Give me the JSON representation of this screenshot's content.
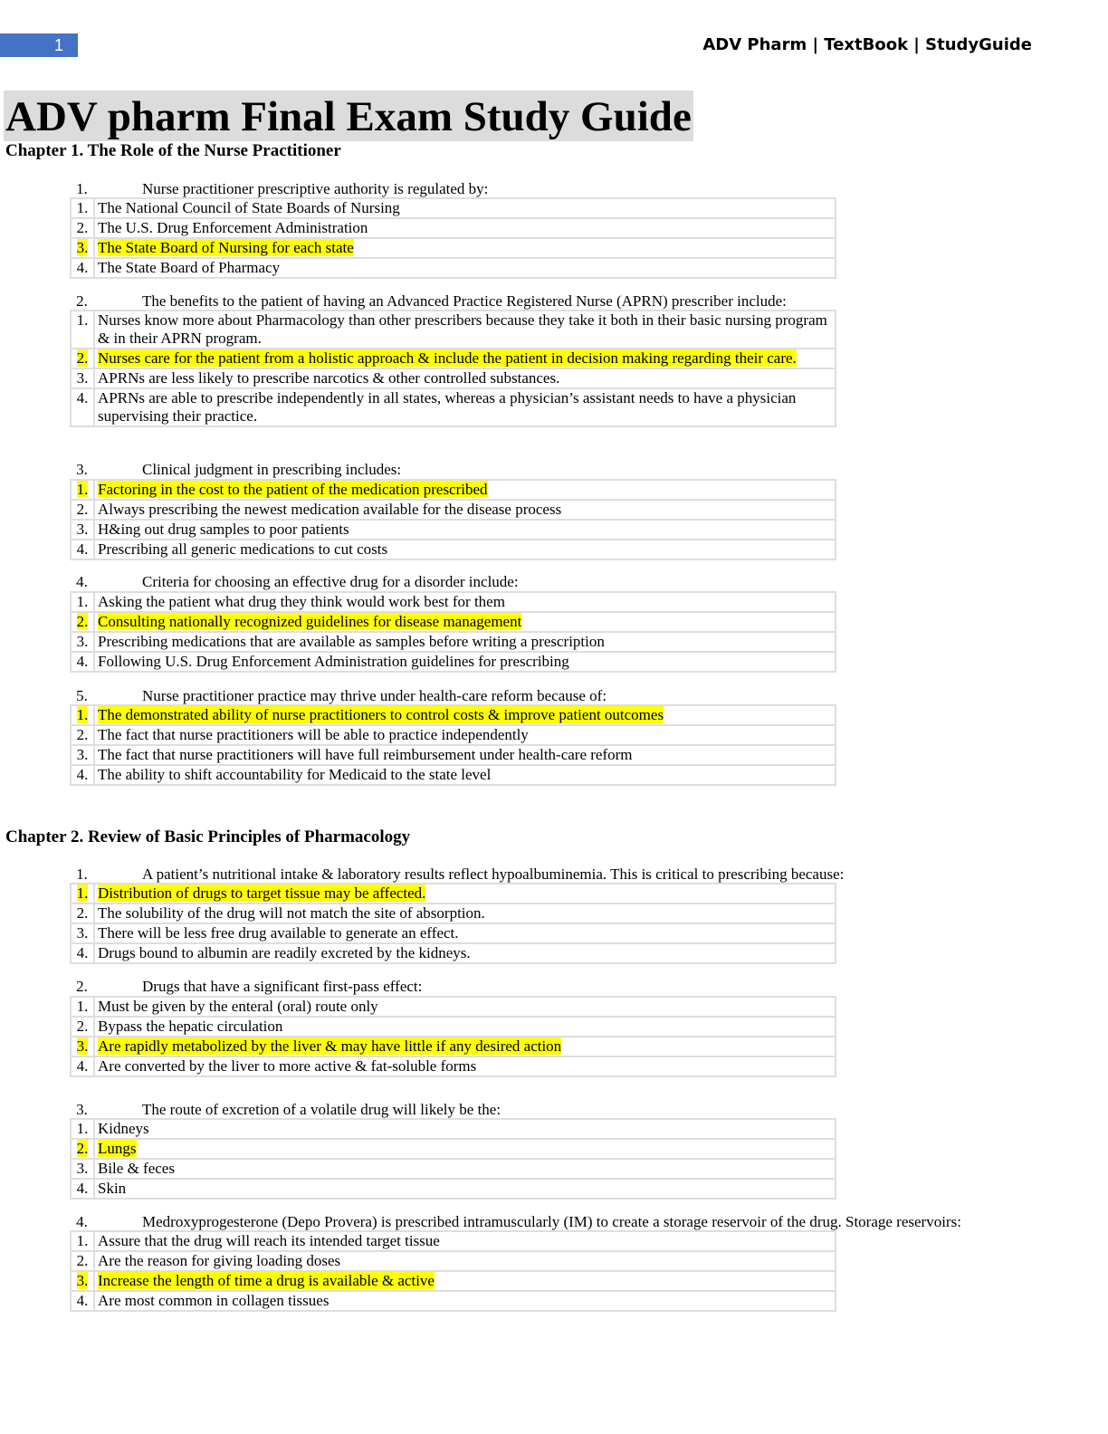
{
  "header": {
    "page_number": "1",
    "title": "ADV Pharm | TextBook | StudyGuide"
  },
  "document": {
    "title": "ADV pharm Final Exam Study Guide"
  },
  "chapters": [
    {
      "heading": "Chapter 1. The Role of the Nurse Practitioner",
      "questions": [
        {
          "number": "1.",
          "text": "Nurse practitioner prescriptive authority is regulated by:",
          "options": [
            {
              "num": "1.",
              "text": "The National Council of State Boards of Nursing"
            },
            {
              "num": "2.",
              "text": "The U.S. Drug Enforcement Administration"
            },
            {
              "num": "3.",
              "text": "The State Board of Nursing for each state",
              "highlighted": true
            },
            {
              "num": "4.",
              "text": "The State Board of Pharmacy"
            }
          ]
        },
        {
          "number": "2.",
          "text": "The benefits to the patient of having an Advanced Practice Registered Nurse (APRN) prescriber include:",
          "options": [
            {
              "num": "1.",
              "text": "Nurses know more about Pharmacology than other prescribers because they take it both in their basic nursing program & in their APRN program."
            },
            {
              "num": "2.",
              "text": "Nurses care for the patient from a holistic approach & include the patient in decision making regarding their care.",
              "highlighted": true
            },
            {
              "num": "3.",
              "text": "APRNs are less likely to prescribe narcotics & other controlled substances."
            },
            {
              "num": "4.",
              "text": "APRNs are able to prescribe independently in all states, whereas a physician’s assistant needs to have a physician supervising their practice."
            }
          ]
        },
        {
          "number": "3.",
          "text": "Clinical judgment in prescribing includes:",
          "options": [
            {
              "num": "1.",
              "text": "Factoring in the cost to the patient of the medication prescribed",
              "highlighted": true
            },
            {
              "num": "2.",
              "text": "Always prescribing the newest medication available for the disease process"
            },
            {
              "num": "3.",
              "text": "H&ing out drug samples to poor patients"
            },
            {
              "num": "4.",
              "text": "Prescribing all generic medications to cut costs"
            }
          ]
        },
        {
          "number": "4.",
          "text": "Criteria for choosing an effective drug for a disorder include:",
          "options": [
            {
              "num": "1.",
              "text": "Asking the patient what drug they think would work best for them"
            },
            {
              "num": "2.",
              "text": "Consulting nationally recognized guidelines for disease management",
              "highlighted": true
            },
            {
              "num": "3.",
              "text": "Prescribing medications that are available as samples before writing a prescription"
            },
            {
              "num": "4.",
              "text": "Following U.S. Drug Enforcement Administration guidelines for prescribing"
            }
          ]
        },
        {
          "number": "5.",
          "text": "Nurse practitioner practice may thrive under health-care reform because of:",
          "options": [
            {
              "num": "1.",
              "text": "The demonstrated ability of nurse practitioners to control costs & improve patient outcomes",
              "highlighted": true
            },
            {
              "num": "2.",
              "text": "The fact that nurse practitioners will be able to practice independently"
            },
            {
              "num": "3.",
              "text": "The fact that nurse practitioners will have full reimbursement under health-care reform"
            },
            {
              "num": "4.",
              "text": "The ability to shift accountability for Medicaid to the state level"
            }
          ]
        }
      ]
    },
    {
      "heading": "Chapter 2. Review of Basic Principles of Pharmacology",
      "questions": [
        {
          "number": "1.",
          "text": "A patient’s nutritional intake & laboratory results reflect hypoalbuminemia. This is critical to prescribing because:",
          "options": [
            {
              "num": "1.",
              "text": "Distribution of drugs to target tissue may be affected.",
              "highlighted": true
            },
            {
              "num": "2.",
              "text": "The solubility of the drug will not match the site of absorption."
            },
            {
              "num": "3.",
              "text": "There will be less free drug available to generate an effect."
            },
            {
              "num": "4.",
              "text": "Drugs bound to albumin are readily excreted by the kidneys."
            }
          ]
        },
        {
          "number": "2.",
          "text": "Drugs that have a significant first-pass effect:",
          "options": [
            {
              "num": "1.",
              "text": "Must be given by the enteral (oral) route only"
            },
            {
              "num": "2.",
              "text": "Bypass the hepatic circulation"
            },
            {
              "num": "3.",
              "text": "Are rapidly metabolized by the liver & may have little if any desired action",
              "highlighted": true
            },
            {
              "num": "4.",
              "text": "Are converted by the liver to more active & fat-soluble forms"
            }
          ]
        },
        {
          "number": "3.",
          "text": "The route of excretion of a volatile drug will likely be the:",
          "options": [
            {
              "num": "1.",
              "text": "Kidneys"
            },
            {
              "num": "2.",
              "text": "Lungs",
              "highlighted": true
            },
            {
              "num": "3.",
              "text": "Bile & feces"
            },
            {
              "num": "4.",
              "text": "Skin"
            }
          ]
        },
        {
          "number": "4.",
          "text": "Medroxyprogesterone (Depo Provera) is prescribed intramuscularly (IM) to create a storage reservoir of the drug. Storage reservoirs:",
          "options": [
            {
              "num": "1.",
              "text": "Assure that the drug will reach its intended target tissue"
            },
            {
              "num": "2.",
              "text": "Are the reason for giving loading doses"
            },
            {
              "num": "3.",
              "text": "Increase the length of time a drug is available & active",
              "highlighted": true
            },
            {
              "num": "4.",
              "text": "Are most common in collagen tissues"
            }
          ]
        }
      ]
    }
  ]
}
